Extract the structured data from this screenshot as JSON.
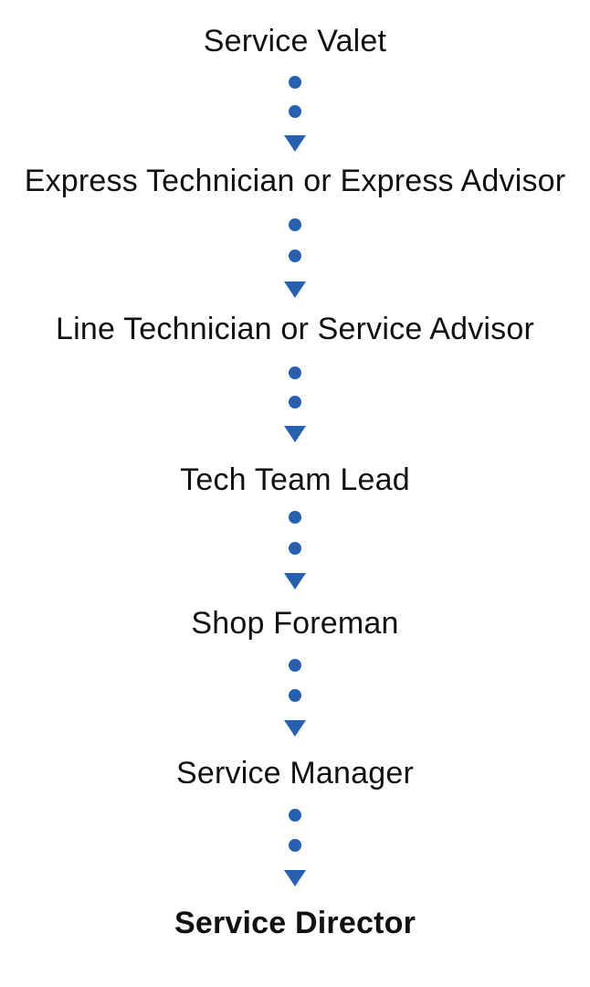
{
  "diagram": {
    "accent_color": "#2860b0",
    "text_color": "#111111",
    "stages": [
      {
        "label": "Service Valet",
        "bold": false
      },
      {
        "label": "Express Technician or Express Advisor",
        "bold": false
      },
      {
        "label": "Line Technician or Service Advisor",
        "bold": false
      },
      {
        "label": "Tech Team Lead",
        "bold": false
      },
      {
        "label": "Shop Foreman",
        "bold": false
      },
      {
        "label": "Service Manager",
        "bold": false
      },
      {
        "label": "Service Director",
        "bold": true
      }
    ],
    "connector_style": "two dots followed by a downward triangle arrow"
  }
}
